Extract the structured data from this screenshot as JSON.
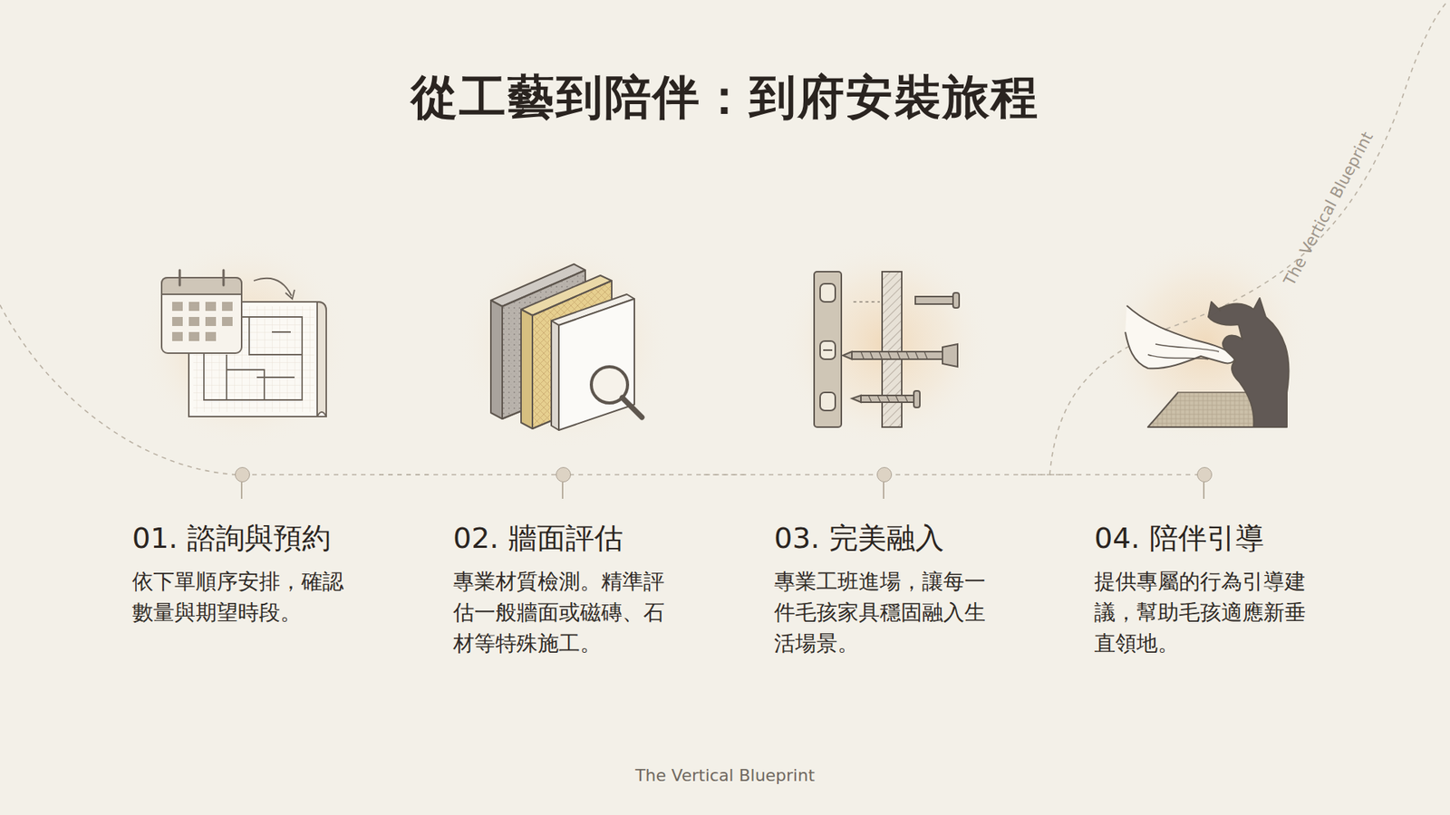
{
  "diagram": {
    "title": "從工藝到陪伴：到府安裝旅程",
    "nodes": [
      {
        "text": [
          "01. 諮詢與預約",
          "依下單順序安排，確認數量與期望時段。"
        ]
      },
      {
        "text": [
          "02. 牆面評估",
          "專業材質檢測。精準評估一般牆面或磁磚、石材等特殊施工。"
        ]
      },
      {
        "text": [
          "03. 完美融入",
          "專業工班進場，讓每一件毛孩家具穩固融入生活場景。"
        ]
      },
      {
        "text": [
          "04. 陪伴引導",
          "提供專屬的行為引導建議，幫助毛孩適應新垂直領地。"
        ]
      }
    ],
    "edges": [
      {
        "from": 0,
        "to": 1,
        "arrow": "none"
      },
      {
        "from": 1,
        "to": 2,
        "arrow": "none"
      },
      {
        "from": 2,
        "to": 3,
        "arrow": "none"
      }
    ],
    "labels": [
      "The Vertical Blueprint",
      "The Vertical Blueprint"
    ]
  }
}
